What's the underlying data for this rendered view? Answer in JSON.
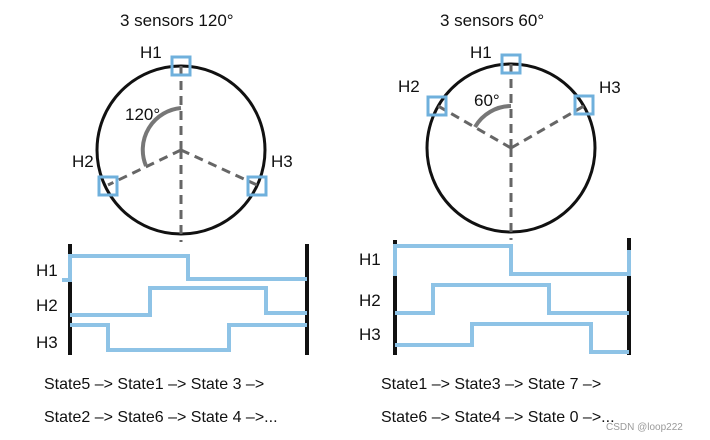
{
  "left": {
    "title": "3 sensors 120°",
    "angle_label": "120°",
    "sensors": [
      "H1",
      "H2",
      "H3"
    ],
    "signal_labels": [
      "H1",
      "H2",
      "H3"
    ],
    "state_line1": "State5 –> State1 –> State 3 –>",
    "state_line2": "State2 –> State6 –> State 4 –>..."
  },
  "right": {
    "title": "3 sensors 60°",
    "angle_label": "60°",
    "sensors": [
      "H1",
      "H2",
      "H3"
    ],
    "signal_labels": [
      "H1",
      "H2",
      "H3"
    ],
    "state_line1": "State1 –> State3 –> State 7 –>",
    "state_line2": "State6 –> State4 –> State 0 –>..."
  },
  "watermark": "CSDN @loop222",
  "colors": {
    "signal": "#8ec3e6",
    "sensor_box": "#6fb0dc",
    "dashed": "#666666",
    "circle": "#111111"
  }
}
